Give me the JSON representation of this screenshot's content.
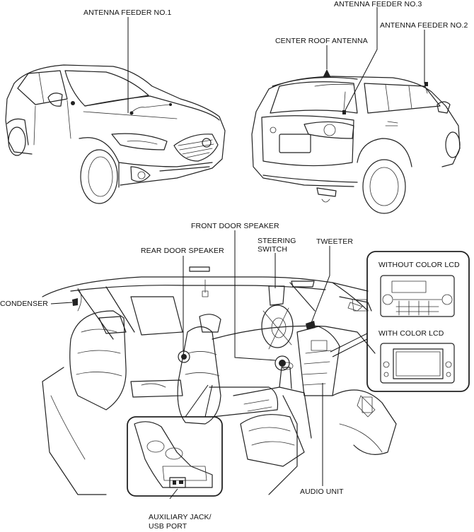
{
  "labels": {
    "antenna_feeder_1": "ANTENNA FEEDER NO.1",
    "antenna_feeder_3": "ANTENNA FEEDER NO.3",
    "antenna_feeder_2": "ANTENNA FEEDER NO.2",
    "center_roof_antenna": "CENTER ROOF ANTENNA",
    "front_door_speaker": "FRONT DOOR SPEAKER",
    "steering_switch_line1": "STEERING",
    "steering_switch_line2": "SWITCH",
    "tweeter": "TWEETER",
    "rear_door_speaker": "REAR DOOR SPEAKER",
    "without_color_lcd": "WITHOUT COLOR LCD",
    "with_color_lcd": "WITH COLOR LCD",
    "condenser": "CONDENSER",
    "audio_unit": "AUDIO UNIT",
    "aux_line1": "AUXILIARY JACK/",
    "aux_line2": "USB PORT"
  }
}
